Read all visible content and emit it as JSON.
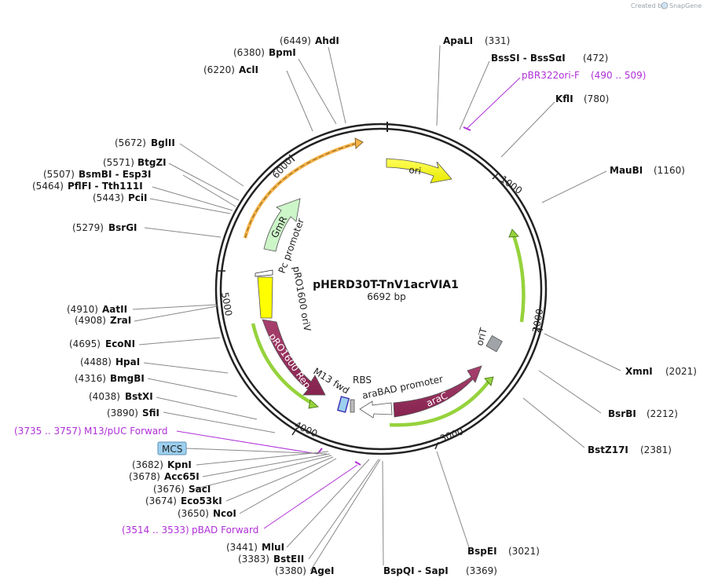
{
  "app": {
    "credit": "Created by",
    "brand": "SnapGene"
  },
  "plasmid": {
    "name": "pHERD30T-TnV1acrVIA1",
    "length": "6692 bp"
  },
  "ticks": [
    "1000",
    "2000",
    "3000",
    "4000",
    "5000",
    "6000"
  ],
  "sites": [
    {
      "num": "(6449)",
      "name": "AhdI"
    },
    {
      "num": "(6380)",
      "name": "BpmI"
    },
    {
      "num": "(6220)",
      "name": "AclI"
    },
    {
      "num": "(331)",
      "name": "ApaLI"
    },
    {
      "num": "(472)",
      "name": "BssSI - BssSαI"
    },
    {
      "num": "(780)",
      "name": "KflI"
    },
    {
      "num": "(1160)",
      "name": "MauBI"
    },
    {
      "num": "(5672)",
      "name": "BglII"
    },
    {
      "num": "(5571)",
      "name": "BtgZI"
    },
    {
      "num": "(5507)",
      "name": "BsmBI - Esp3I"
    },
    {
      "num": "(5464)",
      "name": "PflFI - Tth111I"
    },
    {
      "num": "(5443)",
      "name": "PciI"
    },
    {
      "num": "(5279)",
      "name": "BsrGI"
    },
    {
      "num": "(4910)",
      "name": "AatII"
    },
    {
      "num": "(4908)",
      "name": "ZraI"
    },
    {
      "num": "(4695)",
      "name": "EcoNI"
    },
    {
      "num": "(4488)",
      "name": "HpaI"
    },
    {
      "num": "(4316)",
      "name": "BmgBI"
    },
    {
      "num": "(4038)",
      "name": "BstXI"
    },
    {
      "num": "(3890)",
      "name": "SfiI"
    },
    {
      "num": "(3682)",
      "name": "KpnI"
    },
    {
      "num": "(3678)",
      "name": "Acc65I"
    },
    {
      "num": "(3676)",
      "name": "SacI"
    },
    {
      "num": "(3674)",
      "name": "Eco53kI"
    },
    {
      "num": "(3650)",
      "name": "NcoI"
    },
    {
      "num": "(3441)",
      "name": "MluI"
    },
    {
      "num": "(3383)",
      "name": "BstEII"
    },
    {
      "num": "(3380)",
      "name": "AgeI"
    },
    {
      "num": "(2021)",
      "name": "XmnI"
    },
    {
      "num": "(2212)",
      "name": "BsrBI"
    },
    {
      "num": "(2381)",
      "name": "BstZ17I"
    },
    {
      "num": "(3021)",
      "name": "BspEI"
    },
    {
      "num": "(3369)",
      "name": "BspQI - SapI"
    }
  ],
  "primers": [
    {
      "name": "pBR322ori-F",
      "range": "(490 .. 509)"
    },
    {
      "name": "M13/pUC Forward",
      "range": "(3735 .. 3757)"
    },
    {
      "name": "pBAD Forward",
      "range": "(3514 .. 3533)"
    }
  ],
  "features": {
    "ori": "ori",
    "gmr": "GmR",
    "pc_promoter": "Pc promoter",
    "pro1600_oriv": "pRO1600 oriV",
    "pro1600_rep": "pRO1600 Rep",
    "orit": "oriT",
    "arac": "araC",
    "arabad_promoter": "araBAD promoter",
    "m13_fwd": "M13 fwd",
    "rbs": "RBS",
    "mcs": "MCS"
  },
  "colors": {
    "backbone": "#222222",
    "ori": "#ffff00",
    "gmr": "#ccf5c8",
    "orange_orf": "#f6b44a",
    "green_orf": "#96d23c",
    "rep": "#98305e",
    "orit": "#a0a4a8",
    "primer": "#b02fd8",
    "mcs": "#9dd0ef"
  }
}
